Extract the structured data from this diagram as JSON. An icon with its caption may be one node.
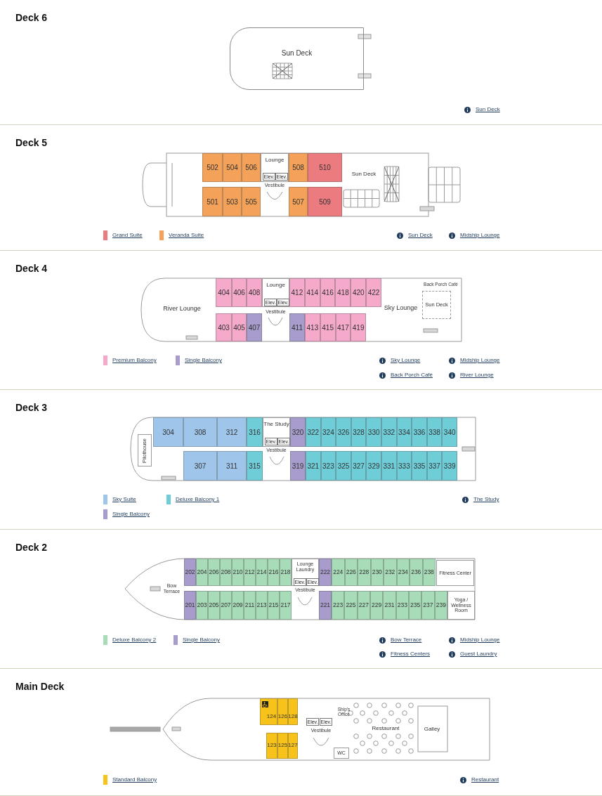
{
  "diagram": {
    "nodes": [
      {
        "text": [
          "Deck 6"
        ]
      },
      {
        "text": [
          "Sun Deck"
        ],
        "in": 0
      },
      {
        "text": [
          "Deck 5"
        ]
      },
      {
        "text": [
          "502"
        ],
        "in": 2
      },
      {
        "text": [
          "504"
        ],
        "in": 2
      },
      {
        "text": [
          "506"
        ],
        "in": 2
      },
      {
        "text": [
          "Lounge"
        ],
        "in": 2
      },
      {
        "text": [
          "Elev."
        ],
        "in": 6
      },
      {
        "text": [
          "Elev."
        ],
        "in": 6
      },
      {
        "text": [
          "508"
        ],
        "in": 2
      },
      {
        "text": [
          "510"
        ],
        "in": 2
      },
      {
        "text": [
          "Sun Deck"
        ],
        "in": 2
      },
      {
        "text": [
          "Vestibule"
        ],
        "in": 2
      },
      {
        "text": [
          "501"
        ],
        "in": 2
      },
      {
        "text": [
          "503"
        ],
        "in": 2
      },
      {
        "text": [
          "505"
        ],
        "in": 2
      },
      {
        "text": [
          "507"
        ],
        "in": 2
      },
      {
        "text": [
          "509"
        ],
        "in": 2
      },
      {
        "text": [
          "Deck 4"
        ]
      },
      {
        "text": [
          "River Lounge"
        ],
        "in": 18
      },
      {
        "text": [
          "404"
        ],
        "in": 18
      },
      {
        "text": [
          "406"
        ],
        "in": 18
      },
      {
        "text": [
          "408"
        ],
        "in": 18
      },
      {
        "text": [
          "Lounge"
        ],
        "in": 18
      },
      {
        "text": [
          "Elev."
        ],
        "in": 23
      },
      {
        "text": [
          "Elev."
        ],
        "in": 23
      },
      {
        "text": [
          "412"
        ],
        "in": 18
      },
      {
        "text": [
          "414"
        ],
        "in": 18
      },
      {
        "text": [
          "416"
        ],
        "in": 18
      },
      {
        "text": [
          "418"
        ],
        "in": 18
      },
      {
        "text": [
          "420"
        ],
        "in": 18
      },
      {
        "text": [
          "422"
        ],
        "in": 18
      },
      {
        "text": [
          "Sky Lounge"
        ],
        "in": 18
      },
      {
        "text": [
          "Back Porch Café"
        ],
        "in": 18
      },
      {
        "text": [
          "Sun Deck"
        ],
        "in": 18
      },
      {
        "text": [
          "Vestibule"
        ],
        "in": 18
      },
      {
        "text": [
          "403"
        ],
        "in": 18
      },
      {
        "text": [
          "405"
        ],
        "in": 18
      },
      {
        "text": [
          "407"
        ],
        "in": 18
      },
      {
        "text": [
          "411"
        ],
        "in": 18
      },
      {
        "text": [
          "413"
        ],
        "in": 18
      },
      {
        "text": [
          "415"
        ],
        "in": 18
      },
      {
        "text": [
          "417"
        ],
        "in": 18
      },
      {
        "text": [
          "419"
        ],
        "in": 18
      },
      {
        "text": [
          "Deck 3"
        ]
      },
      {
        "text": [
          "304"
        ],
        "in": 44
      },
      {
        "text": [
          "308"
        ],
        "in": 44
      },
      {
        "text": [
          "312"
        ],
        "in": 44
      },
      {
        "text": [
          "316"
        ],
        "in": 44
      },
      {
        "text": [
          "The Study"
        ],
        "in": 44
      },
      {
        "text": [
          "Elev."
        ],
        "in": 49
      },
      {
        "text": [
          "Elev."
        ],
        "in": 49
      },
      {
        "text": [
          "320"
        ],
        "in": 44
      },
      {
        "text": [
          "322"
        ],
        "in": 44
      },
      {
        "text": [
          "324"
        ],
        "in": 44
      },
      {
        "text": [
          "326"
        ],
        "in": 44
      },
      {
        "text": [
          "328"
        ],
        "in": 44
      },
      {
        "text": [
          "330"
        ],
        "in": 44
      },
      {
        "text": [
          "332"
        ],
        "in": 44
      },
      {
        "text": [
          "334"
        ],
        "in": 44
      },
      {
        "text": [
          "336"
        ],
        "in": 44
      },
      {
        "text": [
          "338"
        ],
        "in": 44
      },
      {
        "text": [
          "340"
        ],
        "in": 44
      },
      {
        "text": [
          "Pilothouse"
        ],
        "in": 44
      },
      {
        "text": [
          "Vestibule"
        ],
        "in": 44
      },
      {
        "text": [
          "307"
        ],
        "in": 44
      },
      {
        "text": [
          "311"
        ],
        "in": 44
      },
      {
        "text": [
          "315"
        ],
        "in": 44
      },
      {
        "text": [
          "319"
        ],
        "in": 44
      },
      {
        "text": [
          "321"
        ],
        "in": 44
      },
      {
        "text": [
          "323"
        ],
        "in": 44
      },
      {
        "text": [
          "325"
        ],
        "in": 44
      },
      {
        "text": [
          "327"
        ],
        "in": 44
      },
      {
        "text": [
          "329"
        ],
        "in": 44
      },
      {
        "text": [
          "331"
        ],
        "in": 44
      },
      {
        "text": [
          "333"
        ],
        "in": 44
      },
      {
        "text": [
          "335"
        ],
        "in": 44
      },
      {
        "text": [
          "337"
        ],
        "in": 44
      },
      {
        "text": [
          "339"
        ],
        "in": 44
      },
      {
        "text": [
          "Deck 2"
        ]
      },
      {
        "text": [
          "202"
        ],
        "in": 79
      },
      {
        "text": [
          "204"
        ],
        "in": 79
      },
      {
        "text": [
          "206"
        ],
        "in": 79
      },
      {
        "text": [
          "208"
        ],
        "in": 79
      },
      {
        "text": [
          "210"
        ],
        "in": 79
      },
      {
        "text": [
          "212"
        ],
        "in": 79
      },
      {
        "text": [
          "214"
        ],
        "in": 79
      },
      {
        "text": [
          "216"
        ],
        "in": 79
      },
      {
        "text": [
          "218"
        ],
        "in": 79
      },
      {
        "text": [
          "Lounge",
          "Laundry"
        ],
        "in": 79
      },
      {
        "text": [
          "Elev."
        ],
        "in": 89
      },
      {
        "text": [
          "Elev."
        ],
        "in": 89
      },
      {
        "text": [
          "222"
        ],
        "in": 79
      },
      {
        "text": [
          "224"
        ],
        "in": 79
      },
      {
        "text": [
          "226"
        ],
        "in": 79
      },
      {
        "text": [
          "228"
        ],
        "in": 79
      },
      {
        "text": [
          "230"
        ],
        "in": 79
      },
      {
        "text": [
          "232"
        ],
        "in": 79
      },
      {
        "text": [
          "234"
        ],
        "in": 79
      },
      {
        "text": [
          "236"
        ],
        "in": 79
      },
      {
        "text": [
          "238"
        ],
        "in": 79
      },
      {
        "text": [
          "Fitness Center"
        ],
        "in": 79
      },
      {
        "text": [
          "Bow Terrace"
        ],
        "in": 79
      },
      {
        "text": [
          "Vestibule"
        ],
        "in": 79
      },
      {
        "text": [
          "201"
        ],
        "in": 79
      },
      {
        "text": [
          "203"
        ],
        "in": 79
      },
      {
        "text": [
          "205"
        ],
        "in": 79
      },
      {
        "text": [
          "207"
        ],
        "in": 79
      },
      {
        "text": [
          "209"
        ],
        "in": 79
      },
      {
        "text": [
          "211"
        ],
        "in": 79
      },
      {
        "text": [
          "213"
        ],
        "in": 79
      },
      {
        "text": [
          "215"
        ],
        "in": 79
      },
      {
        "text": [
          "217"
        ],
        "in": 79
      },
      {
        "text": [
          "221"
        ],
        "in": 79
      },
      {
        "text": [
          "223"
        ],
        "in": 79
      },
      {
        "text": [
          "225"
        ],
        "in": 79
      },
      {
        "text": [
          "227"
        ],
        "in": 79
      },
      {
        "text": [
          "229"
        ],
        "in": 79
      },
      {
        "text": [
          "231"
        ],
        "in": 79
      },
      {
        "text": [
          "233"
        ],
        "in": 79
      },
      {
        "text": [
          "235"
        ],
        "in": 79
      },
      {
        "text": [
          "237"
        ],
        "in": 79
      },
      {
        "text": [
          "239"
        ],
        "in": 79
      },
      {
        "text": [
          "Yoga / Wellness Room"
        ],
        "in": 79
      },
      {
        "text": [
          "Main Deck"
        ]
      },
      {
        "text": [
          "124"
        ],
        "in": 124
      },
      {
        "text": [
          "126"
        ],
        "in": 124
      },
      {
        "text": [
          "128"
        ],
        "in": 124
      },
      {
        "text": [
          "Ship's Office"
        ],
        "in": 124
      },
      {
        "text": [
          "Elev."
        ],
        "in": 124
      },
      {
        "text": [
          "Elev."
        ],
        "in": 124
      },
      {
        "text": [
          "Restaurant"
        ],
        "in": 124
      },
      {
        "text": [
          "Galley"
        ],
        "in": 124
      },
      {
        "text": [
          "Vestibule"
        ],
        "in": 124
      },
      {
        "text": [
          "123"
        ],
        "in": 124
      },
      {
        "text": [
          "125"
        ],
        "in": 124
      },
      {
        "text": [
          "127"
        ],
        "in": 124
      },
      {
        "text": [
          "WC"
        ],
        "in": 124
      }
    ],
    "labels": [
      "Sun Deck",
      "Sun Deck",
      "Midship Lounge",
      "Sky Lounge",
      "Midship Lounge",
      "Back Porch Café",
      "River Lounge",
      "The Study",
      "Bow Terrace",
      "Midship Lounge",
      "Fitness Centers",
      "Guest Laundry",
      "Restaurant"
    ],
    "legend": [
      {
        "text": "Grand Suite",
        "color": "#ec7b80"
      },
      {
        "text": "Veranda Suite",
        "color": "#f4a259"
      },
      {
        "text": "Premium Balcony",
        "color": "#f5a9cb"
      },
      {
        "text": "Single Balcony",
        "color": "#a79ccb"
      },
      {
        "text": "Sky Suite",
        "color": "#9fc5ea"
      },
      {
        "text": "Deluxe Balcony 1",
        "color": "#6fcdd8"
      },
      {
        "text": "Single Balcony",
        "color": "#a79ccb"
      },
      {
        "text": "Deluxe Balcony 2",
        "color": "#a8dcb8"
      },
      {
        "text": "Single Balcony",
        "color": "#a79ccb"
      },
      {
        "text": "Standard Balcony",
        "color": "#f7c21a"
      }
    ]
  }
}
